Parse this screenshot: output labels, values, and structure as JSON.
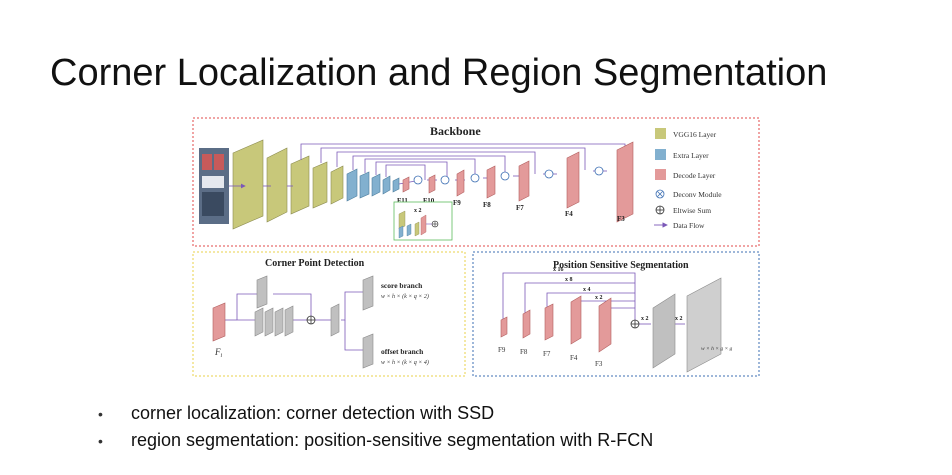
{
  "slide": {
    "title": "Corner Localization and Region Segmentation"
  },
  "figure": {
    "backbone": {
      "title": "Backbone",
      "feature_labels": [
        "F11",
        "F10",
        "F9",
        "F8",
        "F7",
        "F4",
        "F3"
      ],
      "inset_label": "x 2"
    },
    "legend": {
      "items": [
        {
          "label": "VGG16 Layer",
          "color": "#c8c87a"
        },
        {
          "label": "Extra Layer",
          "color": "#82b0cf"
        },
        {
          "label": "Decode Layer",
          "color": "#e39a9a"
        },
        {
          "label": "Deconv Module",
          "icon": "circled-x-icon"
        },
        {
          "label": "Eltwise Sum",
          "icon": "circled-plus-icon"
        },
        {
          "label": "Data Flow",
          "icon": "arrow-right-icon"
        }
      ]
    },
    "corner": {
      "title": "Corner Point Detection",
      "input_label": "F",
      "input_sub": "i",
      "score_label": "score branch",
      "score_formula": "w × h × (k × q × 2)",
      "offset_label": "offset branch",
      "offset_formula": "w × h × (k × q × 4)"
    },
    "segmentation": {
      "title": "Position Sensitive Segmentation",
      "scale_labels": [
        "x 16",
        "x 8",
        "x 4",
        "x 2"
      ],
      "feature_labels": [
        "F9",
        "F8",
        "F7",
        "F4",
        "F3"
      ],
      "upsample_label_1": "x 2",
      "upsample_label_2": "x 2",
      "output_formula": "w × h × g × g"
    }
  },
  "bullets": [
    "corner localization: corner detection with SSD",
    "region segmentation: position-sensitive segmentation with R-FCN"
  ]
}
